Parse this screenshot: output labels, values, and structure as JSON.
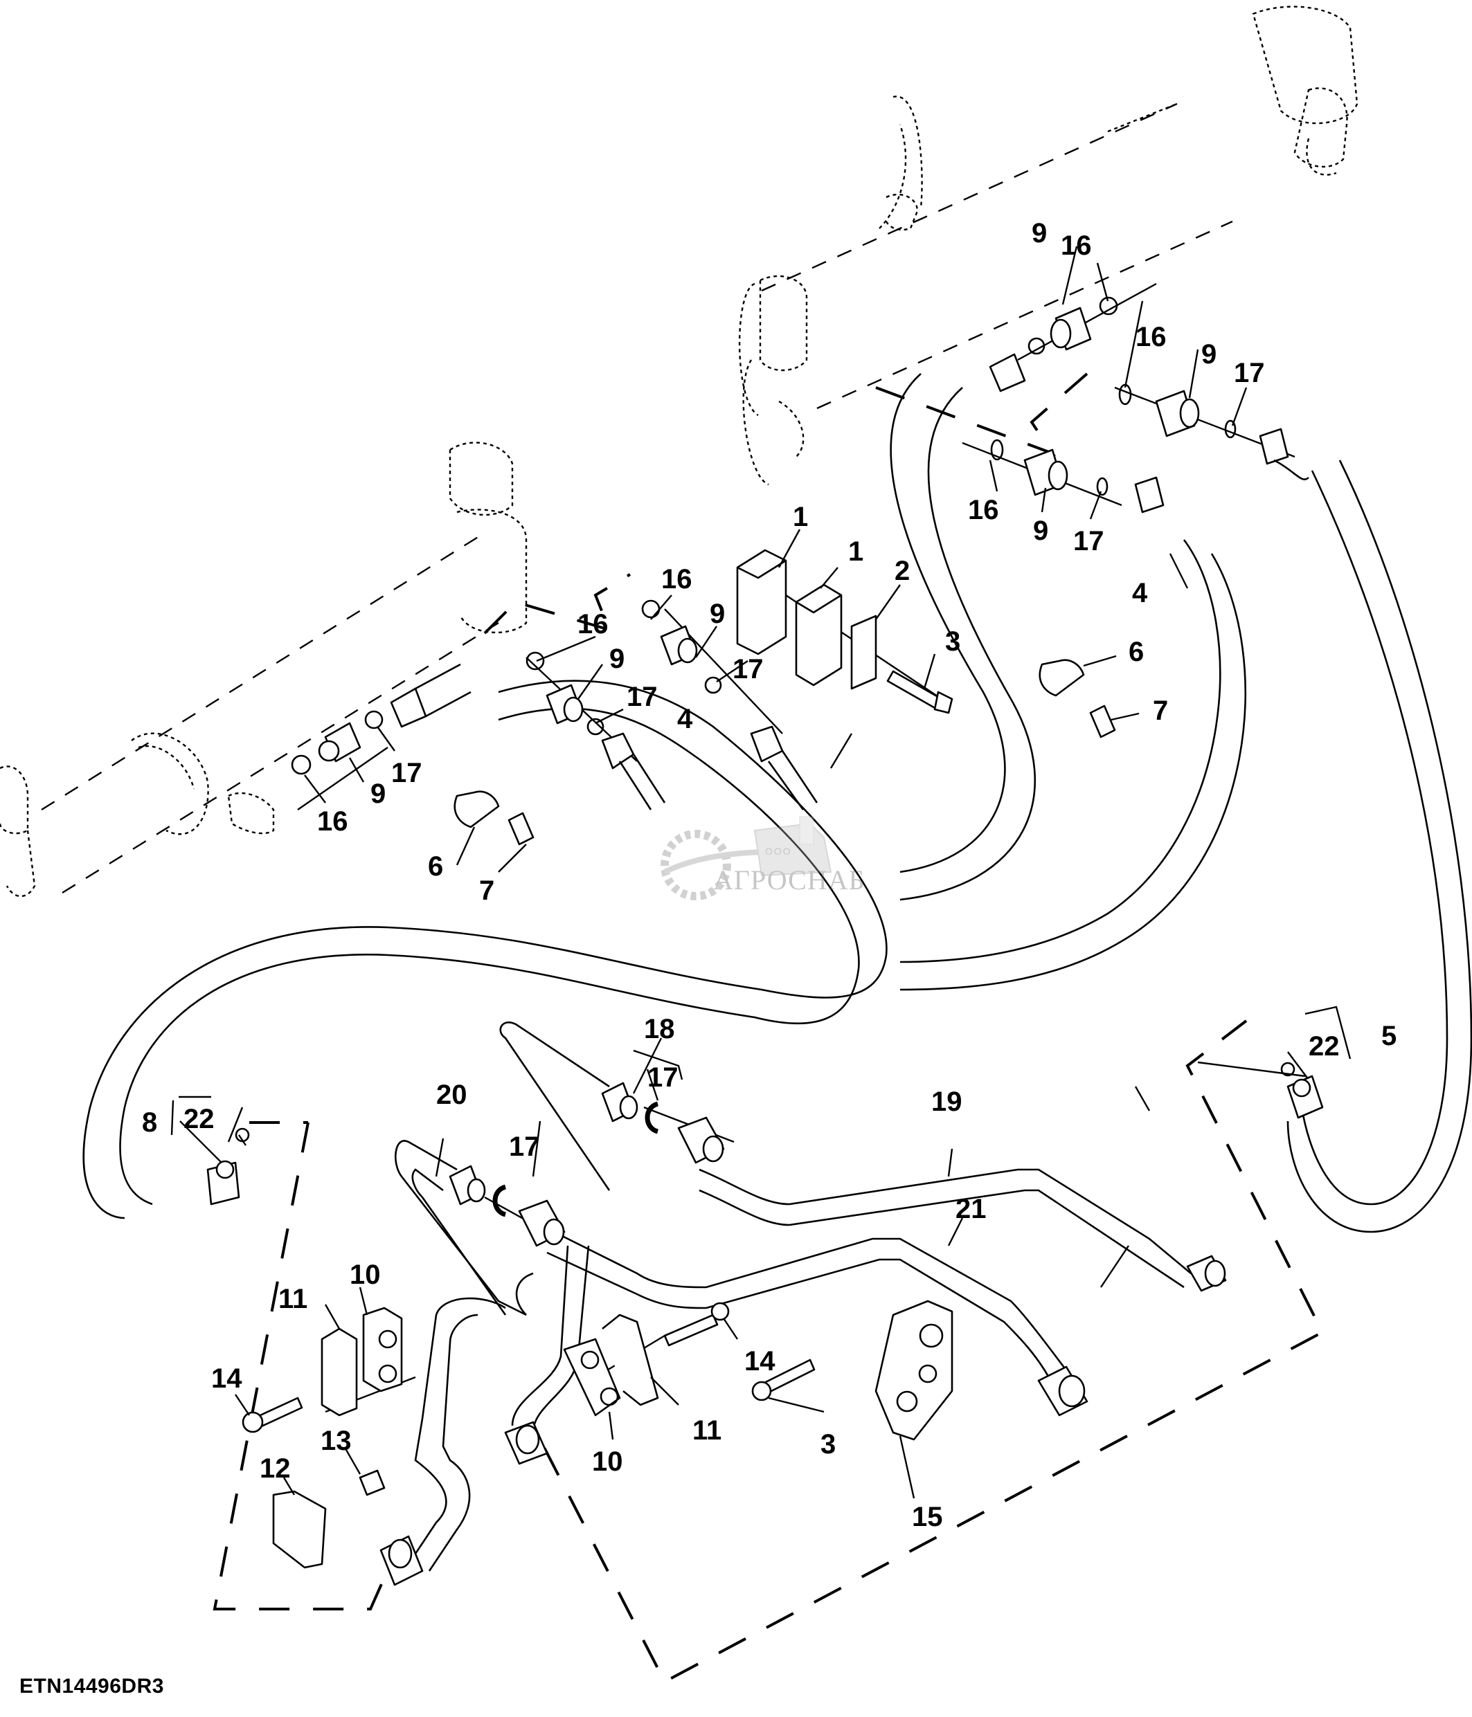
{
  "figure": {
    "id_label": "ETN14496DR3",
    "type": "exploded parts diagram",
    "subject": "steering cylinder hydraulic hoses and lines"
  },
  "watermark": {
    "prefix": "ООО",
    "brand": "АГРОСНАБ"
  },
  "callouts": [
    {
      "key": "c1a",
      "text": "1",
      "part": "hose clamp half"
    },
    {
      "key": "c1b",
      "text": "1",
      "part": "hose clamp half"
    },
    {
      "key": "c2",
      "text": "2",
      "part": "clamp plate"
    },
    {
      "key": "c3a",
      "text": "3",
      "part": "cap screw"
    },
    {
      "key": "c3b",
      "text": "3",
      "part": "cap screw"
    },
    {
      "key": "c4a",
      "text": "4",
      "part": "hydraulic hose"
    },
    {
      "key": "c4b",
      "text": "4",
      "part": "hydraulic hose"
    },
    {
      "key": "c5",
      "text": "5",
      "part": "hydraulic hose"
    },
    {
      "key": "c6a",
      "text": "6",
      "part": "hose clip"
    },
    {
      "key": "c6b",
      "text": "6",
      "part": "hose clip"
    },
    {
      "key": "c7a",
      "text": "7",
      "part": "flange screw"
    },
    {
      "key": "c7b",
      "text": "7",
      "part": "flange screw"
    },
    {
      "key": "c8",
      "text": "8",
      "part": "hydraulic hose"
    },
    {
      "key": "c9a",
      "text": "9",
      "part": "adapter fitting"
    },
    {
      "key": "c9b",
      "text": "9",
      "part": "adapter fitting"
    },
    {
      "key": "c9c",
      "text": "9",
      "part": "adapter fitting"
    },
    {
      "key": "c9d",
      "text": "9",
      "part": "adapter fitting"
    },
    {
      "key": "c9e",
      "text": "9",
      "part": "adapter fitting"
    },
    {
      "key": "c9f",
      "text": "9",
      "part": "adapter fitting"
    },
    {
      "key": "c10a",
      "text": "10",
      "part": "line clamp block"
    },
    {
      "key": "c10b",
      "text": "10",
      "part": "line clamp block"
    },
    {
      "key": "c11a",
      "text": "11",
      "part": "clamp bracket"
    },
    {
      "key": "c11b",
      "text": "11",
      "part": "clamp bracket"
    },
    {
      "key": "c12",
      "text": "12",
      "part": "support bracket"
    },
    {
      "key": "c13",
      "text": "13",
      "part": "flange screw"
    },
    {
      "key": "c14a",
      "text": "14",
      "part": "cap screw"
    },
    {
      "key": "c14b",
      "text": "14",
      "part": "cap screw"
    },
    {
      "key": "c15",
      "text": "15",
      "part": "line clamp"
    },
    {
      "key": "c16a",
      "text": "16",
      "part": "o-ring"
    },
    {
      "key": "c16b",
      "text": "16",
      "part": "o-ring"
    },
    {
      "key": "c16c",
      "text": "16",
      "part": "o-ring"
    },
    {
      "key": "c16d",
      "text": "16",
      "part": "o-ring"
    },
    {
      "key": "c16e",
      "text": "16",
      "part": "o-ring"
    },
    {
      "key": "c16f",
      "text": "16",
      "part": "o-ring"
    },
    {
      "key": "c17a",
      "text": "17",
      "part": "o-ring"
    },
    {
      "key": "c17b",
      "text": "17",
      "part": "o-ring"
    },
    {
      "key": "c17c",
      "text": "17",
      "part": "o-ring"
    },
    {
      "key": "c17d",
      "text": "17",
      "part": "o-ring"
    },
    {
      "key": "c17e",
      "text": "17",
      "part": "o-ring"
    },
    {
      "key": "c17f",
      "text": "17",
      "part": "o-ring"
    },
    {
      "key": "c17g",
      "text": "17",
      "part": "o-ring"
    },
    {
      "key": "c18",
      "text": "18",
      "part": "adapter fitting"
    },
    {
      "key": "c19",
      "text": "19",
      "part": "steel line"
    },
    {
      "key": "c20",
      "text": "20",
      "part": "steel line"
    },
    {
      "key": "c21",
      "text": "21",
      "part": "steel line"
    },
    {
      "key": "c22a",
      "text": "22",
      "part": "o-ring"
    },
    {
      "key": "c22b",
      "text": "22",
      "part": "o-ring"
    }
  ],
  "labels": {
    "c1a": "1",
    "c1b": "1",
    "c2": "2",
    "c3a": "3",
    "c3b": "3",
    "c4a": "4",
    "c4b": "4",
    "c5": "5",
    "c6a": "6",
    "c6b": "6",
    "c7a": "7",
    "c7b": "7",
    "c8": "8",
    "c9a": "9",
    "c9b": "9",
    "c9c": "9",
    "c9d": "9",
    "c9e": "9",
    "c9f": "9",
    "c10a": "10",
    "c10b": "10",
    "c11a": "11",
    "c11b": "11",
    "c12": "12",
    "c13": "13",
    "c14a": "14",
    "c14b": "14",
    "c15": "15",
    "c16a": "16",
    "c16b": "16",
    "c16c": "16",
    "c16d": "16",
    "c16e": "16",
    "c16f": "16",
    "c17a": "17",
    "c17b": "17",
    "c17c": "17",
    "c17d": "17",
    "c17e": "17",
    "c17f": "17",
    "c17g": "17",
    "c18": "18",
    "c19": "19",
    "c20": "20",
    "c21": "21",
    "c22a": "22",
    "c22b": "22"
  }
}
